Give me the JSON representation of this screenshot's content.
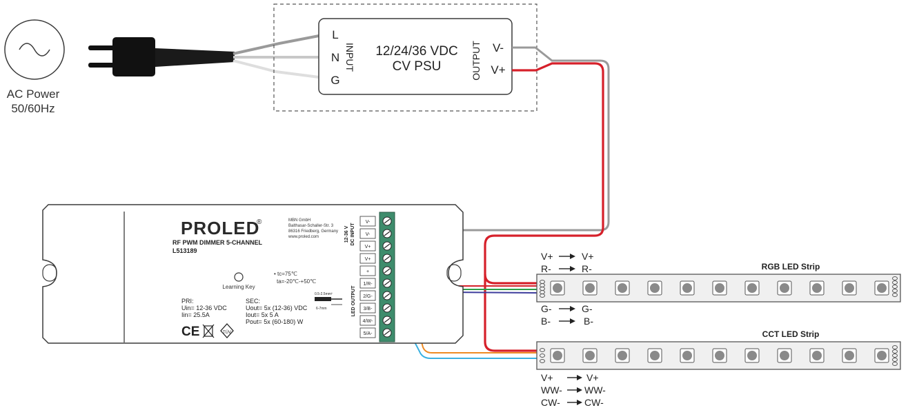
{
  "ac_source": {
    "label": "AC Power",
    "frequency": "50/60Hz"
  },
  "psu": {
    "input_label": "INPUT",
    "output_label": "OUTPUT",
    "input_terminals": [
      "L",
      "N",
      "G"
    ],
    "output_terminals": [
      "V-",
      "V+"
    ],
    "title_line1": "12/24/36 VDC",
    "title_line2": "CV PSU"
  },
  "dimmer": {
    "brand": "PROLED",
    "registered": "®",
    "model_name": "RF PWM DIMMER 5-CHANNEL",
    "part_number": "L513189",
    "company_lines": [
      "MBN GmbH",
      "Balthasar-Schaller-Str. 3",
      "86316 Friedberg, Germany",
      "www.proled.com"
    ],
    "learning_key_label": "Learning Key",
    "temp_lines": [
      "• tc=75℃",
      "ta=-20℃-+50℃"
    ],
    "pri_lines": [
      "PRI:",
      "Uin= 12-36 VDC",
      "Iin=  25.5A"
    ],
    "sec_lines": [
      "SEC:",
      "Uout= 5x (12-36) VDC",
      "Iout=   5x 5 A",
      "Pout= 5x (60-180) W"
    ],
    "wire_strip_label": "0.5-2.5mm²",
    "wire_strip_length": "6-7mm",
    "dc_input_label_1": "12-36 V",
    "dc_input_label_2": "DC INPUT",
    "led_output_label": "LED OUTPUT",
    "terminals": [
      "V-",
      "V-",
      "V+",
      "V+",
      "+",
      "1/R-",
      "2/G-",
      "3/B-",
      "4/W-",
      "5/A-"
    ],
    "cert_marks": [
      "CE",
      "TÜV"
    ]
  },
  "rgb_strip": {
    "title": "RGB LED Strip",
    "top_mapping": [
      {
        "from": "V+",
        "to": "V+"
      },
      {
        "from": "R-",
        "to": "R-"
      }
    ],
    "bottom_mapping": [
      {
        "from": "G-",
        "to": "G-"
      },
      {
        "from": "B-",
        "to": "B-"
      }
    ]
  },
  "cct_strip": {
    "title": "CCT LED Strip",
    "bottom_mapping": [
      {
        "from": "V+",
        "to": "V+"
      },
      {
        "from": "WW-",
        "to": "WW-"
      },
      {
        "from": "CW-",
        "to": "CW-"
      }
    ]
  },
  "colors": {
    "wire_gray": "#9a9a9a",
    "wire_light": "#c8c8c8",
    "wire_red": "#d6202a",
    "wire_green": "#2e9e47",
    "wire_blue": "#3c3c9c",
    "wire_orange": "#ee8a22",
    "wire_cyan": "#3ab0e0",
    "terminal_green": "#3e8c6c",
    "outline": "#3a3a3a"
  }
}
